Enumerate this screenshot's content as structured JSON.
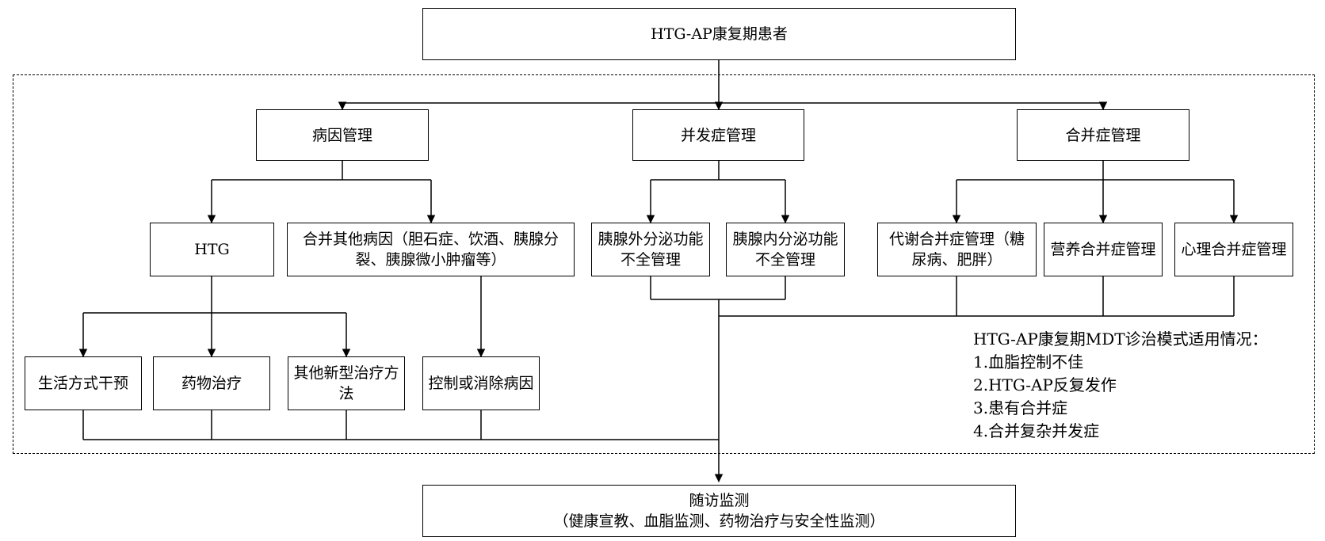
{
  "top": {
    "label": "HTG-AP康复期患者"
  },
  "branches": {
    "etiology": {
      "label": "病因管理",
      "htg": {
        "label": "HTG",
        "treatments": [
          "生活方式干预",
          "药物治疗",
          "其他新型治疗方法"
        ]
      },
      "other_causes": {
        "label": "合并其他病因（胆石症、饮酒、胰腺分裂、胰腺微小肿瘤等）",
        "action": "控制或消除病因"
      }
    },
    "complications": {
      "label": "并发症管理",
      "items": [
        "胰腺外分泌功能不全管理",
        "胰腺内分泌功能不全管理"
      ]
    },
    "comorbidities": {
      "label": "合并症管理",
      "items": [
        "代谢合并症管理（糖尿病、肥胖）",
        "营养合并症管理",
        "心理合并症管理"
      ]
    }
  },
  "followup": {
    "title": "随访监测",
    "detail": "（健康宣教、血脂监测、药物治疗与安全性监测）"
  },
  "criteria": {
    "title": "HTG-AP康复期MDT诊治模式适用情况：",
    "items": [
      "1.血脂控制不佳",
      "2.HTG-AP反复发作",
      "3.患有合并症",
      "4.合并复杂并发症"
    ]
  }
}
